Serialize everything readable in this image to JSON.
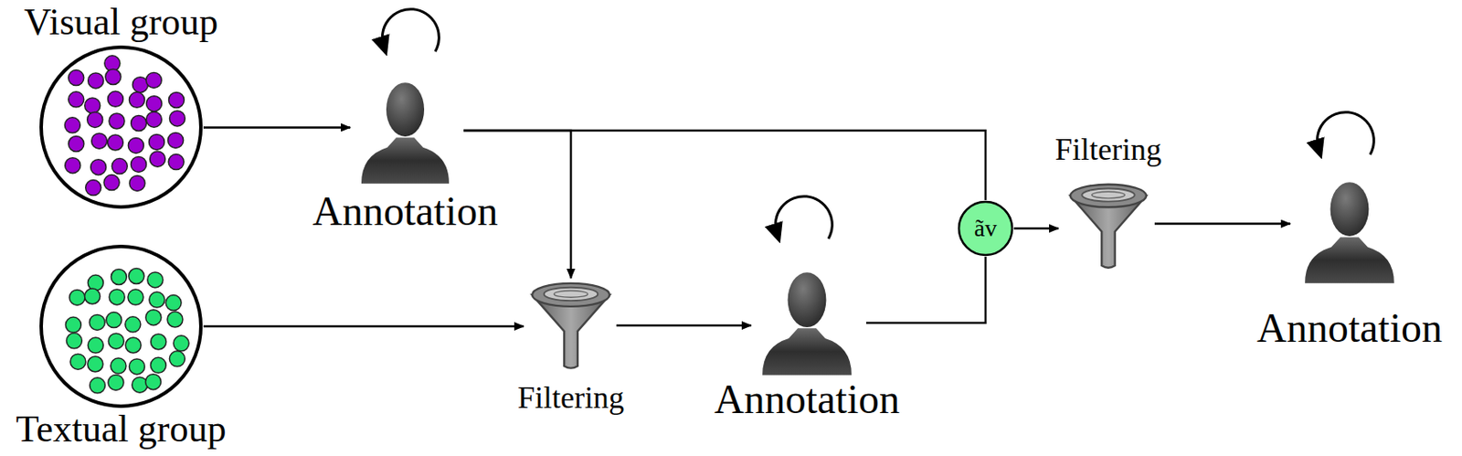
{
  "diagram": {
    "nodes": [
      {
        "text": [
          "Visual group"
        ]
      },
      {
        "text": [
          "Annotation"
        ]
      },
      {
        "text": [
          "Textual group"
        ]
      },
      {
        "text": [
          "Filtering"
        ]
      },
      {
        "text": [
          "Annotation"
        ]
      },
      {
        "text": [
          "ãv"
        ]
      },
      {
        "text": [
          "Filtering"
        ]
      },
      {
        "text": [
          "Annotation"
        ]
      }
    ],
    "edges": [
      {
        "from": 0,
        "to": 1,
        "arrow": "to"
      },
      {
        "from": 1,
        "to": 3,
        "arrow": "to"
      },
      {
        "from": 1,
        "to": 5,
        "arrow": "none"
      },
      {
        "from": 2,
        "to": 3,
        "arrow": "to"
      },
      {
        "from": 3,
        "to": 4,
        "arrow": "to"
      },
      {
        "from": 4,
        "to": 5,
        "arrow": "none"
      },
      {
        "from": 5,
        "to": 6,
        "arrow": "to"
      },
      {
        "from": 6,
        "to": 7,
        "arrow": "to"
      }
    ]
  }
}
